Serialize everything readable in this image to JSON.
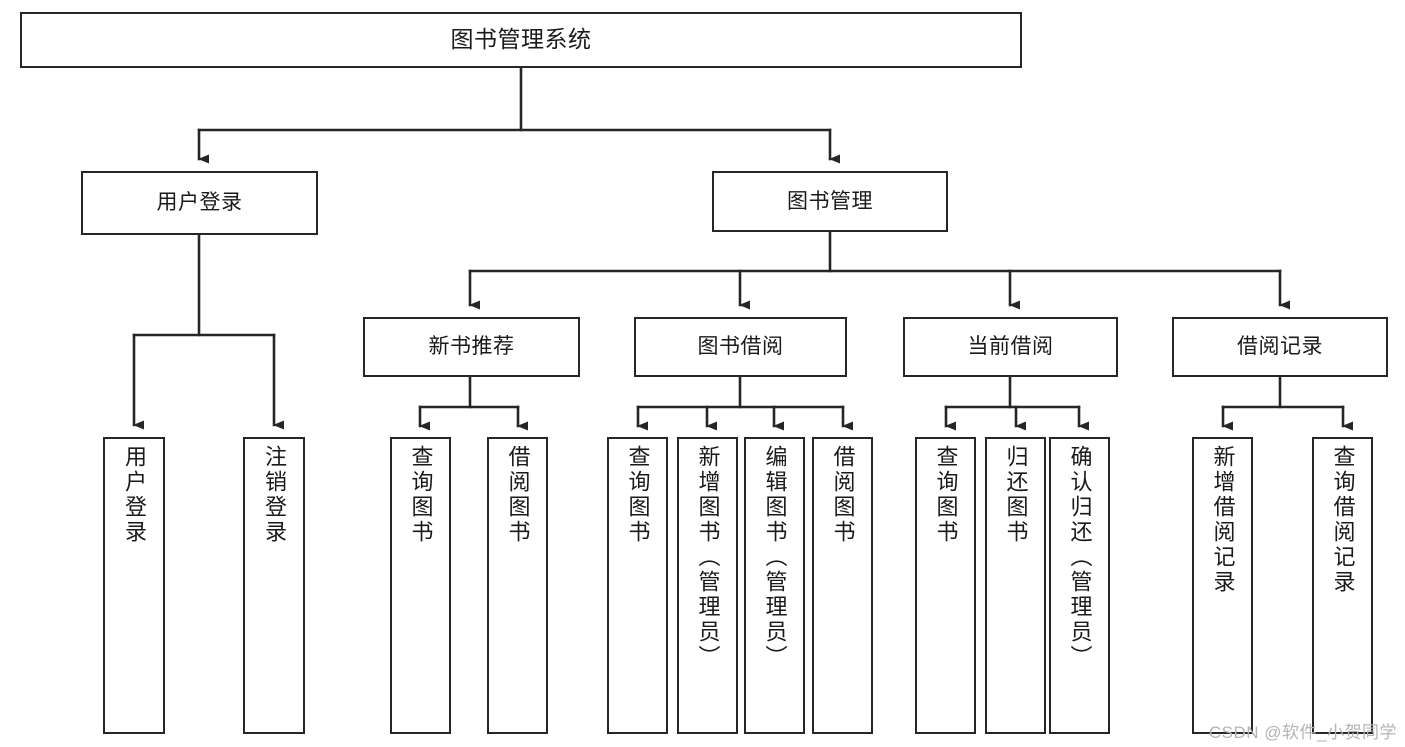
{
  "diagram": {
    "title": "图书管理系统",
    "watermark": "CSDN @软件_小贺同学",
    "line_color": "#262626",
    "box_fill": "#ffffff",
    "text_color": "#1a1a1a",
    "nodes": {
      "root": {
        "label": "图书管理系统"
      },
      "login": {
        "label": "用户登录"
      },
      "book_mgmt": {
        "label": "图书管理"
      },
      "new_book_rec": {
        "label": "新书推荐"
      },
      "book_borrow": {
        "label": "图书借阅"
      },
      "current_borrow": {
        "label": "当前借阅"
      },
      "borrow_record": {
        "label": "借阅记录"
      },
      "leaf_user_login": {
        "label": "用户登录"
      },
      "leaf_logout": {
        "label": "注销登录"
      },
      "leaf_query_book_1": {
        "label": "查询图书"
      },
      "leaf_borrow_book_1": {
        "label": "借阅图书"
      },
      "leaf_query_book_2": {
        "label": "查询图书"
      },
      "leaf_add_book": {
        "label": "新增图书（管理员）"
      },
      "leaf_edit_book": {
        "label": "编辑图书（管理员）"
      },
      "leaf_borrow_book_2": {
        "label": "借阅图书"
      },
      "leaf_query_book_3": {
        "label": "查询图书"
      },
      "leaf_return_book": {
        "label": "归还图书"
      },
      "leaf_confirm_return": {
        "label": "确认归还（管理员）"
      },
      "leaf_add_record": {
        "label": "新增借阅记录"
      },
      "leaf_query_record": {
        "label": "查询借阅记录"
      }
    },
    "edges": [
      {
        "from": "root",
        "to": "login"
      },
      {
        "from": "root",
        "to": "book_mgmt"
      },
      {
        "from": "login",
        "to": "leaf_user_login"
      },
      {
        "from": "login",
        "to": "leaf_logout"
      },
      {
        "from": "book_mgmt",
        "to": "new_book_rec"
      },
      {
        "from": "book_mgmt",
        "to": "book_borrow"
      },
      {
        "from": "book_mgmt",
        "to": "current_borrow"
      },
      {
        "from": "book_mgmt",
        "to": "borrow_record"
      },
      {
        "from": "new_book_rec",
        "to": "leaf_query_book_1"
      },
      {
        "from": "new_book_rec",
        "to": "leaf_borrow_book_1"
      },
      {
        "from": "book_borrow",
        "to": "leaf_query_book_2"
      },
      {
        "from": "book_borrow",
        "to": "leaf_add_book"
      },
      {
        "from": "book_borrow",
        "to": "leaf_edit_book"
      },
      {
        "from": "book_borrow",
        "to": "leaf_borrow_book_2"
      },
      {
        "from": "current_borrow",
        "to": "leaf_query_book_3"
      },
      {
        "from": "current_borrow",
        "to": "leaf_return_book"
      },
      {
        "from": "current_borrow",
        "to": "leaf_confirm_return"
      },
      {
        "from": "borrow_record",
        "to": "leaf_add_record"
      },
      {
        "from": "borrow_record",
        "to": "leaf_query_record"
      }
    ]
  }
}
